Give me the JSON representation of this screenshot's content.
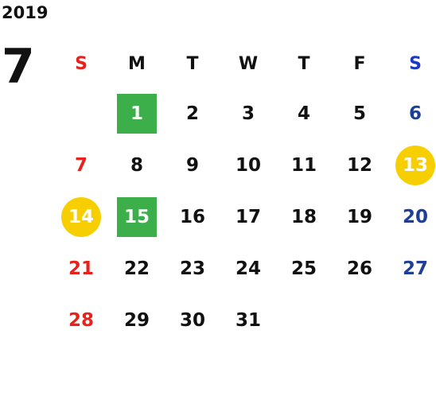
{
  "calendar": {
    "year": "2019",
    "month": "7",
    "weekdays": [
      "S",
      "M",
      "T",
      "W",
      "T",
      "F",
      "S"
    ],
    "first_weekday_index": 1,
    "days": [
      "1",
      "2",
      "3",
      "4",
      "5",
      "6",
      "7",
      "8",
      "9",
      "10",
      "11",
      "12",
      "13",
      "14",
      "15",
      "16",
      "17",
      "18",
      "19",
      "20",
      "21",
      "22",
      "23",
      "24",
      "25",
      "26",
      "27",
      "28",
      "29",
      "30",
      "31"
    ],
    "highlights": {
      "square": [
        "1",
        "15"
      ],
      "circle": [
        "13",
        "14"
      ]
    },
    "colors": {
      "sunday": "#e8211b",
      "saturday": "#1d3f98",
      "square_highlight": "#3cae4a",
      "circle_highlight": "#f7cf00"
    }
  }
}
